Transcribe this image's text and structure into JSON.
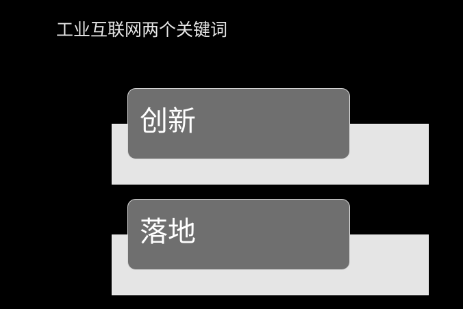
{
  "slide": {
    "title": "工业互联网两个关键词",
    "keywords": [
      {
        "label": "创新"
      },
      {
        "label": "落地"
      }
    ]
  },
  "colors": {
    "background": "#000000",
    "title_text": "#e6e6e6",
    "back_panel": "#e5e5e5",
    "front_box": "#6f6f6f",
    "front_box_border": "#d8d8d8",
    "keyword_text": "#ffffff"
  }
}
